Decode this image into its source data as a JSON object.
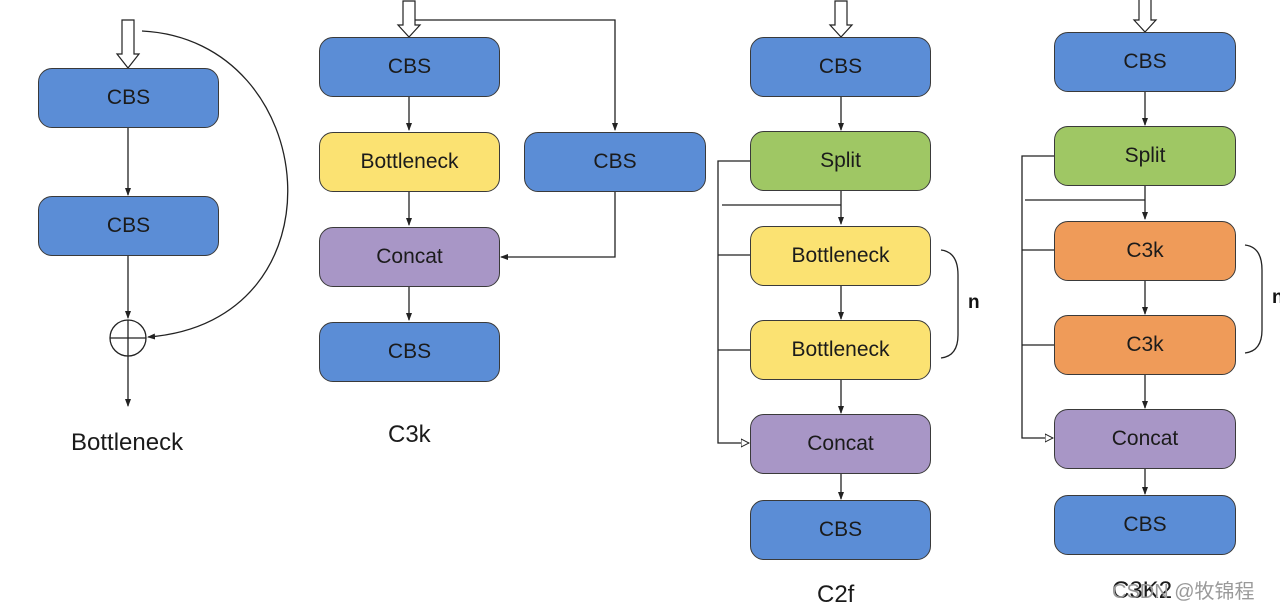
{
  "bottleneck": {
    "boxes": [
      "CBS",
      "CBS"
    ],
    "caption": "Bottleneck"
  },
  "c3k": {
    "boxes": [
      "CBS",
      "Bottleneck",
      "Concat",
      "CBS"
    ],
    "side_box": "CBS",
    "caption": "C3k"
  },
  "c2f": {
    "boxes": [
      "CBS",
      "Split",
      "Bottleneck",
      "Bottleneck",
      "Concat",
      "CBS"
    ],
    "repeat_label": "n",
    "caption": "C2f"
  },
  "c3k2": {
    "boxes": [
      "CBS",
      "Split",
      "C3k",
      "C3k",
      "Concat",
      "CBS"
    ],
    "repeat_label": "n",
    "caption": "C3K2"
  },
  "watermark": "CSDN @牧锦程",
  "colors": {
    "cbs": "#5b8dd6",
    "bottleneck": "#fbe272",
    "concat": "#a896c6",
    "split": "#9fc764",
    "c3k": "#ef9b59"
  }
}
